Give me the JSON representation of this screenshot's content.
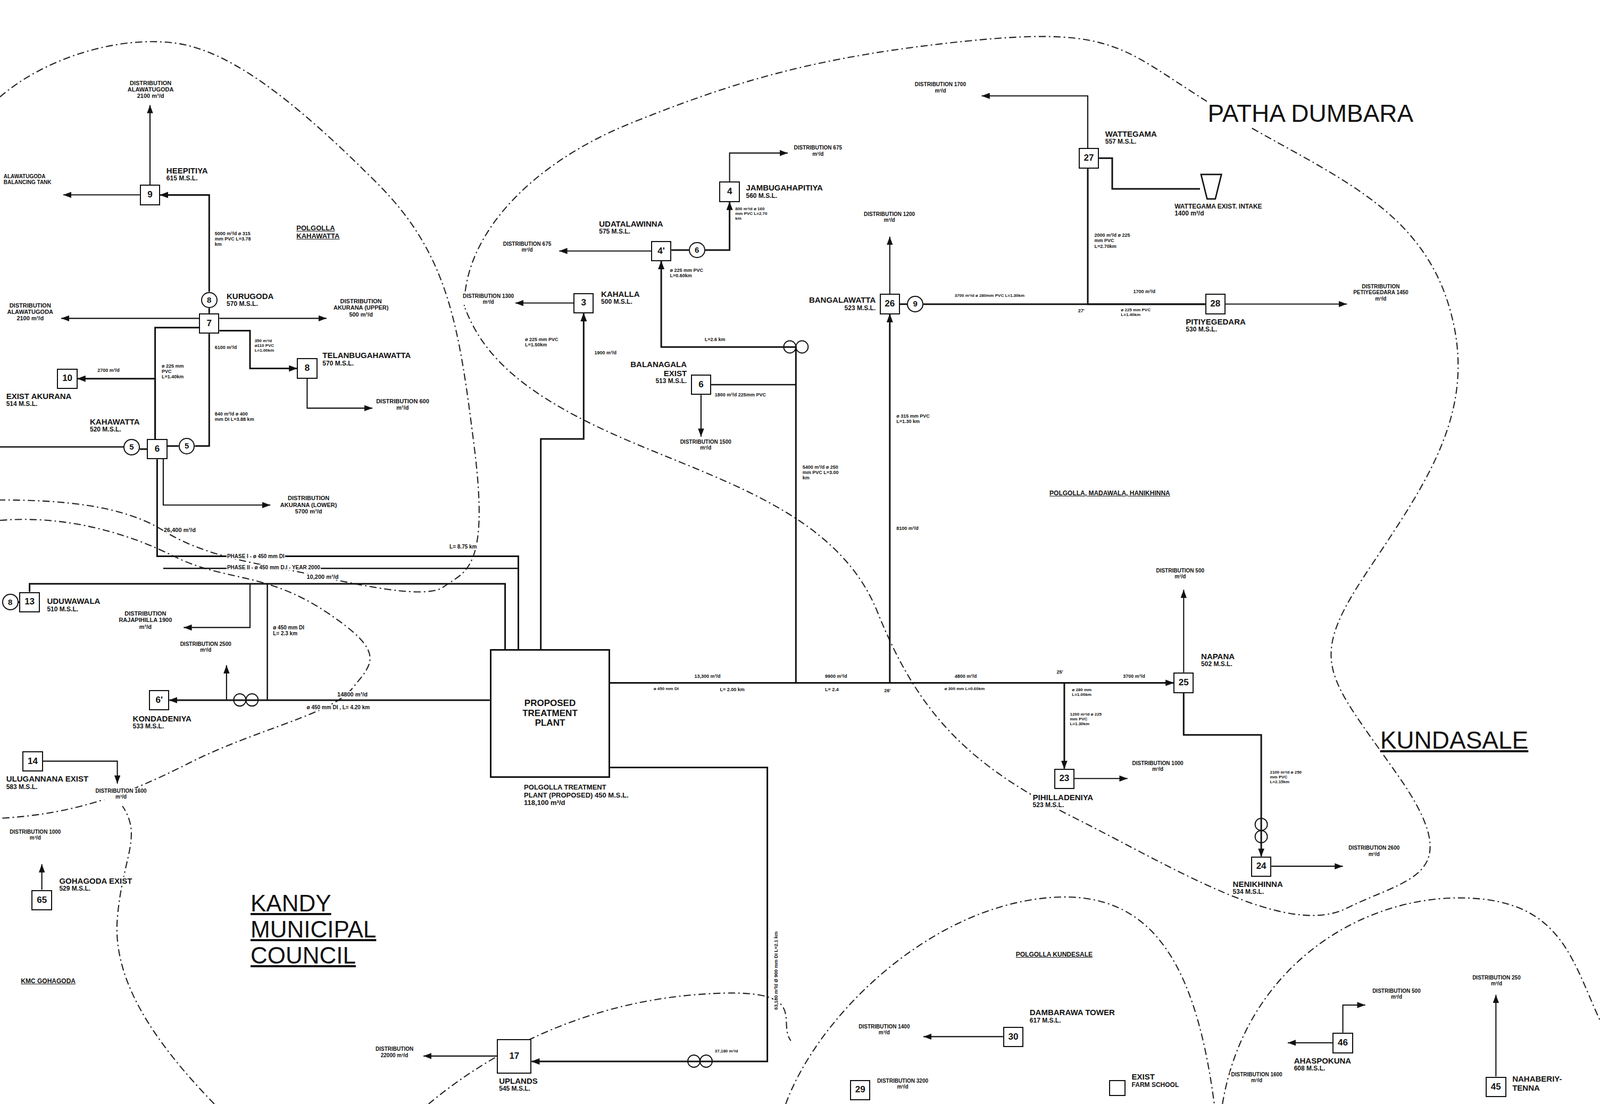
{
  "diagram": {
    "nodes": [
      {
        "text": [
          "PROPOSED TREATMENT PLANT"
        ]
      },
      {
        "text": [
          "9",
          "HEEPITIYA",
          "615 M.S.L."
        ]
      },
      {
        "text": [
          "7",
          "KURUGODA",
          "570 M.S.L."
        ]
      },
      {
        "text": [
          "8",
          "TELANBUGAHAWATTA",
          "570 M.S.L."
        ]
      },
      {
        "text": [
          "10",
          "EXIST AKURANA",
          "514 M.S.L."
        ]
      },
      {
        "text": [
          "6",
          "KAHAWATTA",
          "520 M.S.L."
        ]
      },
      {
        "text": [
          "13",
          "UDUWAWALA",
          "510 M.S.L."
        ]
      },
      {
        "text": [
          "6'",
          "KONDADENIYA",
          "533 M.S.L."
        ]
      },
      {
        "text": [
          "14",
          "ULUGANNANA EXIST",
          "583 M.S.L."
        ]
      },
      {
        "text": [
          "65",
          "GOHAGODA EXIST",
          "529 M.S.L."
        ]
      },
      {
        "text": [
          "3",
          "KAHALLA",
          "500 M.S.L."
        ]
      },
      {
        "text": [
          "4'",
          "UDATALAWINNA",
          "575 M.S.L."
        ]
      },
      {
        "text": [
          "4",
          "JAMBUGAHAPITIYA",
          "560 M.S.L."
        ]
      },
      {
        "text": [
          "6",
          "BALANAGALA EXIST",
          "513 M.S.L."
        ]
      },
      {
        "text": [
          "27",
          "WATTEGAMA",
          "557 M.S.L."
        ]
      },
      {
        "text": [
          "26",
          "BANGALAWATTA",
          "523 M.S.L."
        ]
      },
      {
        "text": [
          "28",
          "PITIYEGEDARA",
          "530 M.S.L."
        ]
      },
      {
        "text": [
          "25",
          "NAPANA",
          "502 M.S.L."
        ]
      },
      {
        "text": [
          "23",
          "PIHILLADENIYA",
          "523 M.S.L."
        ]
      },
      {
        "text": [
          "24",
          "NENIKHINNA",
          "534 M.S.L."
        ]
      },
      {
        "text": [
          "17",
          "UPLANDS",
          "545 M.S.L."
        ]
      },
      {
        "text": [
          "30",
          "DAMBARAWA TOWER",
          "617 M.S.L."
        ]
      },
      {
        "text": [
          "29"
        ]
      },
      {
        "text": [
          "46",
          "AHASPOKUNA",
          "608 M.S.L."
        ]
      },
      {
        "text": [
          "45",
          "NAHABERIY- TENNA"
        ]
      },
      {
        "text": [
          "EXIST",
          "FARM SCHOOL"
        ]
      },
      {
        "text": [
          "WATTEGAMA EXIST. INTAKE",
          "1400 m³/d"
        ]
      },
      {
        "text": [
          "8"
        ]
      },
      {
        "text": [
          "5"
        ]
      },
      {
        "text": [
          "5"
        ]
      },
      {
        "text": [
          "8"
        ]
      },
      {
        "text": [
          "6"
        ]
      },
      {
        "text": [
          "9"
        ]
      }
    ],
    "edges": [
      {
        "from": 0,
        "to": 5,
        "arrow": "none",
        "label": "PHASE I - ø 450 mm DI"
      },
      {
        "from": 28,
        "to": 5,
        "arrow": "none"
      },
      {
        "from": 5,
        "to": 29,
        "arrow": "none"
      },
      {
        "from": 29,
        "to": 2,
        "arrow": "none"
      },
      {
        "from": 2,
        "to": 27,
        "arrow": "none"
      },
      {
        "from": 27,
        "to": 1,
        "arrow": "to"
      },
      {
        "from": 2,
        "to": 3,
        "arrow": "to"
      },
      {
        "from": 5,
        "to": 2,
        "arrow": "none"
      },
      {
        "from": 5,
        "to": 4,
        "arrow": "to"
      },
      {
        "from": 0,
        "to": 6,
        "arrow": "none"
      },
      {
        "from": 0,
        "to": 7,
        "arrow": "to",
        "label": "14800 m³/d"
      },
      {
        "from": 0,
        "to": 10,
        "arrow": "to"
      },
      {
        "from": 0,
        "to": 15,
        "arrow": "to"
      },
      {
        "from": 0,
        "to": 17,
        "arrow": "to"
      },
      {
        "from": 17,
        "to": 19,
        "arrow": "to"
      },
      {
        "from": 0,
        "to": 18,
        "arrow": "to"
      },
      {
        "from": 15,
        "to": 32,
        "arrow": "none"
      },
      {
        "from": 32,
        "to": 16,
        "arrow": "none"
      },
      {
        "from": 14,
        "to": 16,
        "arrow": "none"
      },
      {
        "from": 26,
        "to": 14,
        "arrow": "none"
      },
      {
        "from": 11,
        "to": 31,
        "arrow": "none"
      },
      {
        "from": 31,
        "to": 12,
        "arrow": "to"
      },
      {
        "from": 0,
        "to": 11,
        "arrow": "to"
      },
      {
        "from": 0,
        "to": 20,
        "arrow": "to"
      },
      {
        "from": 30,
        "to": 6,
        "arrow": "none"
      }
    ],
    "labels": [
      "ALAWATUGODA BALANCING TANK",
      "DISTRIBUTION ALAWATUGODA 2100 m³/d",
      "DISTRIBUTION ALAWATUGODA 2100 m³/d",
      "DISTRIBUTION AKURANA (UPPER) 500 m³/d",
      "DISTRIBUTION 600 m³/d",
      "DISTRIBUTION AKURANA (LOWER) 5700 m³/d",
      "26,400 m³/d",
      "PHASE II - ø 450 mm D.I - YEAR 2000",
      "L= 8.75 km",
      "10,200 m³/d",
      "DISTRIBUTION RAJAPIHILLA 1900 m³/d",
      "ø 450 mm DI L= 2.3 km",
      "DISTRIBUTION 2500 m³/d",
      "ø 450 mm DI , L= 4.20 km",
      "DISTRIBUTION 1600 m³/d",
      "DISTRIBUTION 1000 m³/d",
      "KMC GOHAGODA",
      "KANDY MUNICIPAL COUNCIL",
      "PATHA DUMBARA",
      "KUNDASALE",
      "POLGOLLA KAHAWATTA",
      "POLGOLLA, MADAWALA, HANIKHINNA",
      "POLGOLLA KUNDESALE",
      "POLGOLLA TREATMENT PLANT (PROPOSED) 450 M.S.L. 118,100 m³/d",
      "DISTRIBUTION 675 m³/d",
      "DISTRIBUTION 675 m³/d",
      "DISTRIBUTION 1300 m³/d",
      "ø 225 mm PVC L=1.50km",
      "1900 m³/d",
      "DISTRIBUTION 1500 m³/d",
      "1800 m³/d 225mm PVC",
      "ø 225 mm PVC L=0.60km",
      "L=2.6 km",
      "5400 m³/d ø 250 mm PVC L=3.00 km",
      "800 m³/d ø 160 mm PVC L=2.70 km",
      "DISTRIBUTION 1200 m³/d",
      "DISTRIBUTION 1700 m³/d",
      "2000 m³/d ø 225 mm PVC L=2.70km",
      "3700 m³/d ø 280mm PVC L=1.30km",
      "1700 m³/d",
      "ø 225 mm PVC L=1.40km",
      "DISTRIBUTION PETIYEGEDARA 1450 m³/d",
      "ø 315 mm PVC L=1.30 km",
      "8100 m³/d",
      "13,300 m³/d",
      "ø 450 mm DI",
      "L= 2.00 km",
      "9900 m³/d",
      "L= 2.4",
      "4800 m³/d",
      "ø 300 mm L=0.60km",
      "3700 m³/d",
      "ø 280 mm L=1.00km",
      "1200 m³/d ø 225 mm PVC L=1.30km",
      "DISTRIBUTION 500 m³/d",
      "DISTRIBUTION 1000 m³/d",
      "2100 m³/d ø 250 mm PVC L=2.15km",
      "DISTRIBUTION 2600 m³/d",
      "25'",
      "26'",
      "27'",
      "DISTRIBUTION 22000 m³/d",
      "37,180 m³/d",
      "63,180 m³/d Ø 900 mm DI L=2.1 km",
      "DISTRIBUTION 1400 m³/d",
      "DISTRIBUTION 3200 m³/d",
      "DISTRIBUTION 500 m³/d",
      "DISTRIBUTION 250 m³/d",
      "DISTRIBUTION 1600 m³/d",
      "840 m³/d ø 400 mm DI L=3.88 km",
      "5000 m³/d ø 315 mm PVC L=3.78 km",
      "6100 m³/d",
      "350 m³/d ø110 PVC L=1.00km",
      "ø 225 mm PVC L=1.40km",
      "2700 m³/d"
    ]
  }
}
